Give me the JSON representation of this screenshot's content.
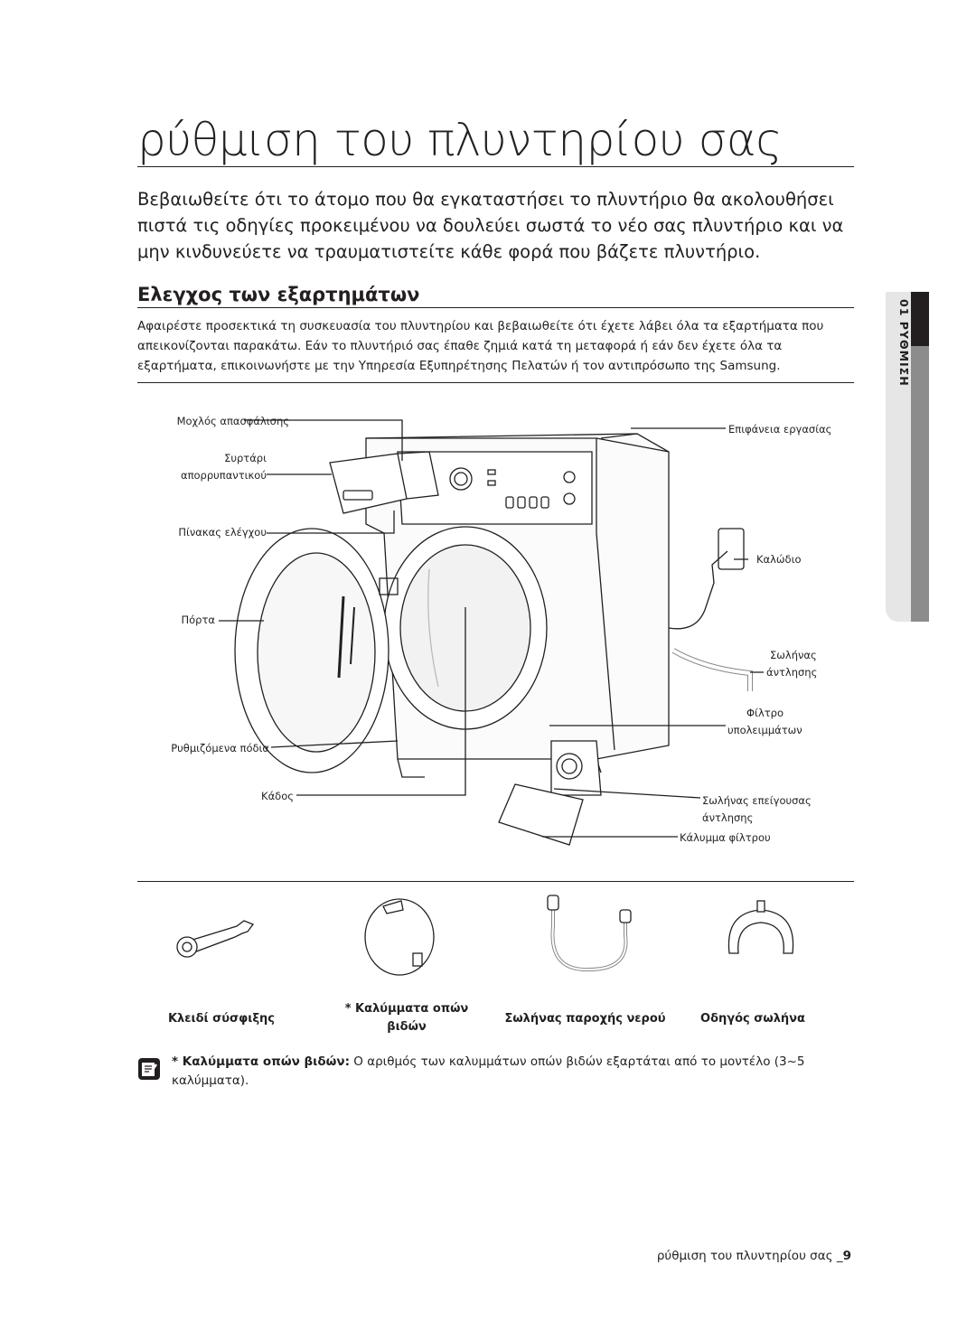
{
  "page": {
    "title": "ρύθμιση του πλυντηρίου σας",
    "intro": "Βεβαιωθείτε ότι το άτομο που θα εγκαταστήσει το πλυντήριο θα ακολουθήσει πιστά τις οδηγίες προκειμένου να δουλεύει σωστά το νέο σας πλυντήριο και να μην κινδυνεύετε να τραυματιστείτε κάθε φορά που βάζετε πλυντήριο."
  },
  "section": {
    "heading": "Ελεγχος των εξαρτημάτων",
    "body": "Αφαιρέστε προσεκτικά τη συσκευασία του πλυντηρίου και βεβαιωθείτε ότι έχετε λάβει όλα τα εξαρτήματα που απεικονίζονται παρακάτω. Εάν το πλυντήριό σας έπαθε ζημιά κατά τη μεταφορά ή εάν δεν έχετε όλα τα εξαρτήματα, επικοινωνήστε με την Υπηρεσία Εξυπηρέτησης Πελατών ή τον αντιπρόσωπο της Samsung."
  },
  "side_tab": {
    "label": "01 ΡΥΘΜΙΣΗ"
  },
  "diagram": {
    "labels_left": {
      "lock_lever": "Μοχλός απασφάλισης",
      "drawer_1": "Συρτάρι",
      "drawer_2": "απορρυπαντικού",
      "control_panel": "Πίνακας ελέγχου",
      "door": "Πόρτα",
      "feet": "Ρυθμιζόμενα πόδια",
      "drum": "Κάδος"
    },
    "labels_right": {
      "worktop": "Επιφάνεια εργασίας",
      "cable": "Καλώδιο",
      "hose_1": "Σωλήνας",
      "hose_2": "άντλησης",
      "filter_1": "Φίλτρο",
      "filter_2": "υπολειμμάτων",
      "emergency_1": "Σωλήνας επείγουσας",
      "emergency_2": "άντλησης",
      "filter_cover": "Κάλυμμα φίλτρου"
    }
  },
  "accessories": {
    "spanner": "Κλειδί σύσφιξης",
    "caps_1": "* Καλύμματα οπών",
    "caps_2": "βιδών",
    "water_hose": "Σωλήνας παροχής νερού",
    "hose_guide": "Οδηγός σωλήνα"
  },
  "note": {
    "bold": "* Καλύμματα οπών βιδών:",
    "text": " Ο αριθμός των καλυμμάτων οπών βιδών εξαρτάται από το μοντέλο (3~5 καλύμματα)."
  },
  "footer": {
    "text": "ρύθμιση του πλυντηρίου σας _",
    "page_number": "9"
  }
}
